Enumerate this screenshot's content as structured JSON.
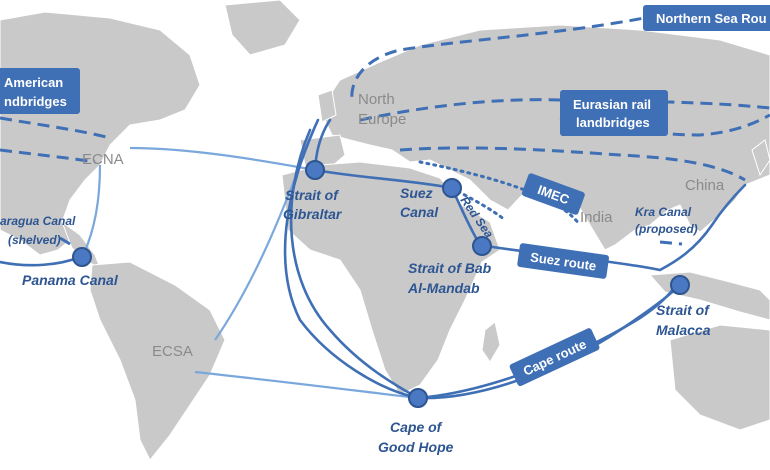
{
  "region_labels": {
    "north_europe_1": "North",
    "north_europe_2": "Europe",
    "ecna": "ECNA",
    "ecsa": "ECSA",
    "china": "China",
    "india": "India"
  },
  "chokepoints": {
    "gibraltar_1": "Strait of",
    "gibraltar_2": "Gibraltar",
    "suez_1": "Suez",
    "suez_2": "Canal",
    "bab_1": "Strait of Bab",
    "bab_2": "Al-Mandab",
    "malacca_1": "Strait of",
    "malacca_2": "Malacca",
    "cape_1": "Cape of",
    "cape_2": "Good Hope",
    "panama": "Panama Canal"
  },
  "canal_notes": {
    "nicaragua_1": "aragua Canal",
    "nicaragua_2": "(shelved)",
    "kra_1": "Kra Canal",
    "kra_2": "(proposed)",
    "red_sea": "Red Sea"
  },
  "route_boxes": {
    "northern_sea_route": "Northern Sea Rou",
    "american_1": "American",
    "american_2": "ndbridges",
    "eurasian_1": "Eurasian rail",
    "eurasian_2": "landbridges",
    "imec": "IMEC",
    "suez_route": "Suez route",
    "cape_route": "Cape route"
  },
  "colors": {
    "land": "#c9c9c9",
    "route": "#3f6fb5",
    "route_light": "#7aa7dc",
    "label_text": "#2d5592",
    "region_text": "#8a8a8a"
  }
}
